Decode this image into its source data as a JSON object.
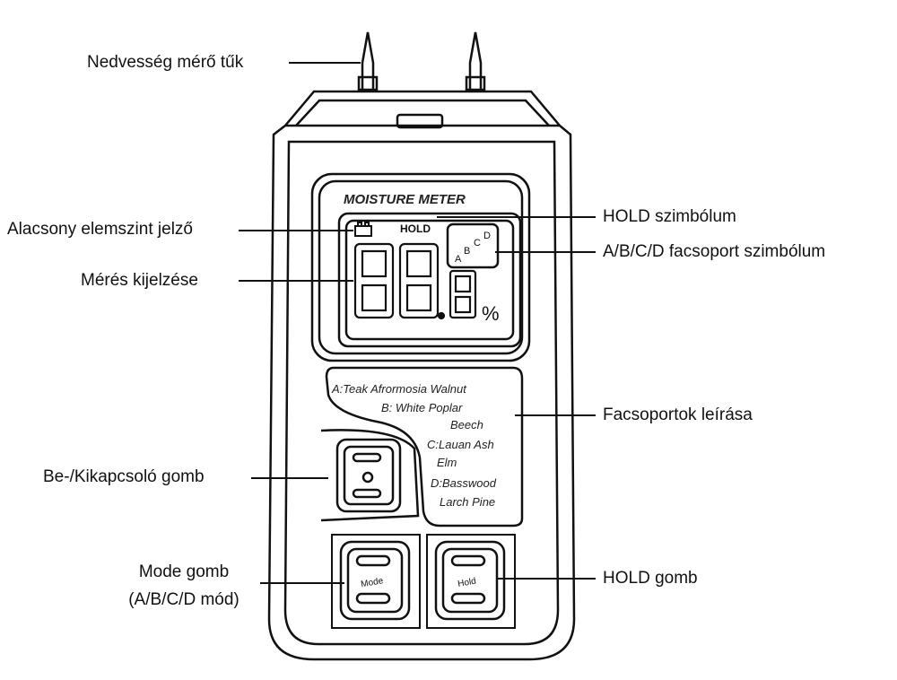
{
  "labels": {
    "pins": "Nedvesség mérő tűk",
    "battery": "Alacsony elemszint jelző",
    "measurement": "Mérés kijelzése",
    "hold_symbol": "HOLD szimbólum",
    "group_symbol": "A/B/C/D facsoport szimbólum",
    "group_description": "Facsoportok leírása",
    "power": "Be-/Kikapcsoló gomb",
    "mode_line1": "Mode gomb",
    "mode_line2": "(A/B/C/D mód)",
    "hold_button": "HOLD gomb"
  },
  "device": {
    "title": "MOISTURE  METER",
    "hold": "HOLD",
    "groups_abcd": [
      "A",
      "B",
      "C",
      "D"
    ],
    "percent": "%",
    "wood_lines": [
      "A:Teak  Afrormosia Walnut",
      "B: White Poplar",
      "Beech",
      "C:Lauan Ash",
      "Elm",
      "D:Basswood",
      "Larch Pine"
    ],
    "mode_button": "Mode",
    "hold_button": "Hold"
  }
}
